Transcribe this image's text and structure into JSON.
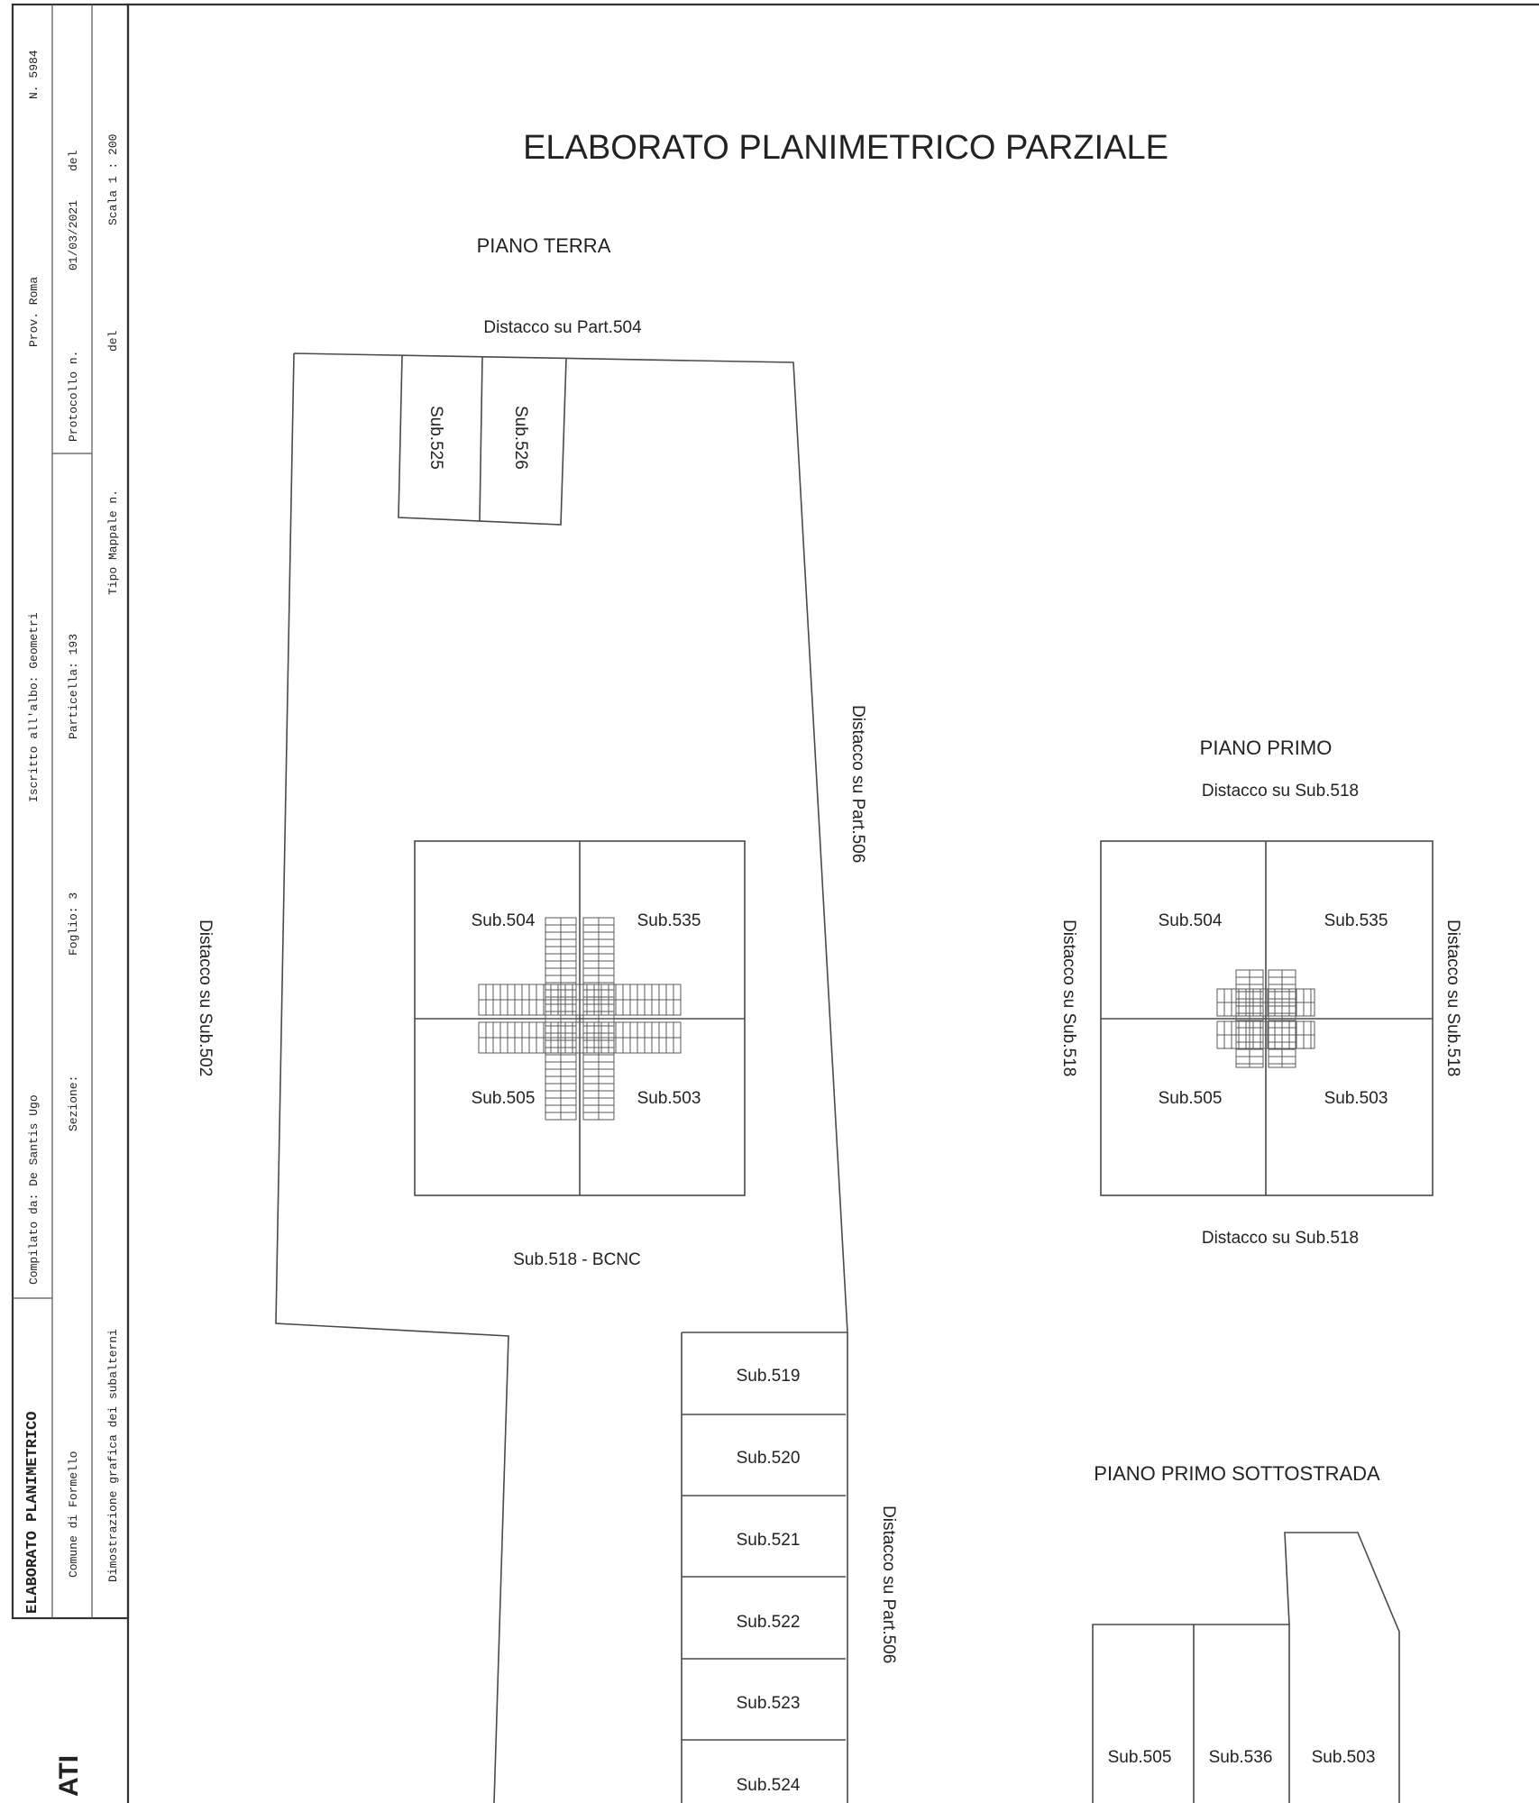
{
  "title": "ELABORATO PLANIMETRICO PARZIALE",
  "cartouche": {
    "elaborato_title": "ELABORATO PLANIMETRICO",
    "compilato": "Compilato da: De Santis Ugo",
    "iscritto": "Iscritto all'albo: Geometri",
    "prov": "Prov. Roma",
    "numero": "N. 5984",
    "comune": "Comune di Formello",
    "sezione": "Sezione:",
    "foglio": "Foglio: 3",
    "particella": "Particella: 193",
    "protocollo": "Protocollo n.",
    "protocollo_date": "01/03/2021",
    "del_1": "del",
    "dimostrazione": "Dimostrazione grafica dei subalterni",
    "tipo_mappale": "Tipo Mappale n.",
    "del_2": "del",
    "scala": "Scala 1 : 200"
  },
  "piano_terra": {
    "heading": "PIANO TERRA",
    "distacco_top": "Distacco su Part.504",
    "distacco_right": "Distacco su Part.506",
    "distacco_left": "Distacco su Sub.502",
    "distacco_right_lower": "Distacco su Part.506",
    "bcnc": "Sub.518 - BCNC",
    "garage_subs": [
      "Sub.525",
      "Sub.526"
    ],
    "quadrants": [
      "Sub.504",
      "Sub.535",
      "Sub.505",
      "Sub.503"
    ],
    "stack_subs": [
      "Sub.519",
      "Sub.520",
      "Sub.521",
      "Sub.522",
      "Sub.523",
      "Sub.524"
    ]
  },
  "piano_primo": {
    "heading": "PIANO PRIMO",
    "distacco_top": "Distacco su Sub.518",
    "distacco_bottom": "Distacco su Sub.518",
    "distacco_left": "Distacco su Sub.518",
    "distacco_right": "Distacco su Sub.518",
    "quadrants": [
      "Sub.504",
      "Sub.535",
      "Sub.505",
      "Sub.503"
    ]
  },
  "piano_primo_sottostrada": {
    "heading": "PIANO PRIMO SOTTOSTRADA",
    "subs": [
      "Sub.505",
      "Sub.536",
      "Sub.503"
    ]
  },
  "footer_fragment": "ATI"
}
